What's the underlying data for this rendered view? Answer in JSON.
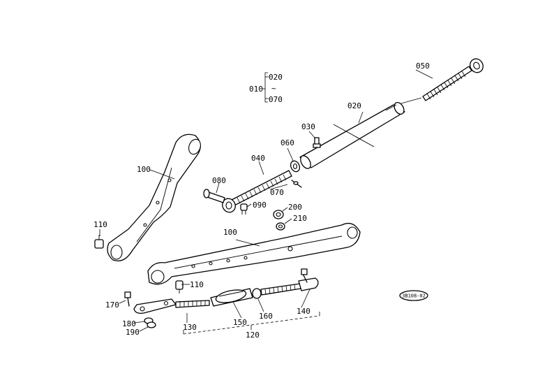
{
  "labels": {
    "p010": "010",
    "p020_top": "020",
    "p070_top": "070",
    "p050": "050",
    "p020": "020",
    "p030": "030",
    "p060": "060",
    "p040": "040",
    "p080": "080",
    "p070": "070",
    "p090": "090",
    "p200": "200",
    "p210": "210",
    "p100_upper": "100",
    "p110_left": "110",
    "p100_lower": "100",
    "p110_lower": "110",
    "p170": "170",
    "p180": "180",
    "p190": "190",
    "p130": "130",
    "p150": "150",
    "p160": "160",
    "p140": "140",
    "p120": "120",
    "ref": "3B108-02",
    "tilde": "~"
  }
}
